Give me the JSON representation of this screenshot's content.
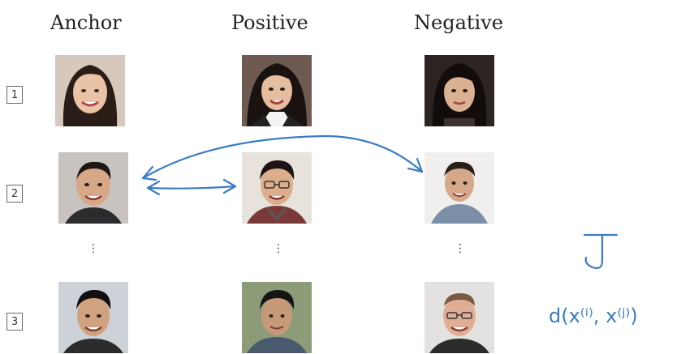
{
  "headers": {
    "anchor": "Anchor",
    "positive": "Positive",
    "negative": "Negative"
  },
  "row_labels": [
    "1",
    "2",
    "3"
  ],
  "ellipsis": "⋮",
  "annotations": {
    "cost_symbol": "J",
    "distance_expr": "d(x⁽ⁱ⁾, x⁽ʲ⁾)"
  },
  "colors": {
    "ink": "#3b7dc4"
  }
}
